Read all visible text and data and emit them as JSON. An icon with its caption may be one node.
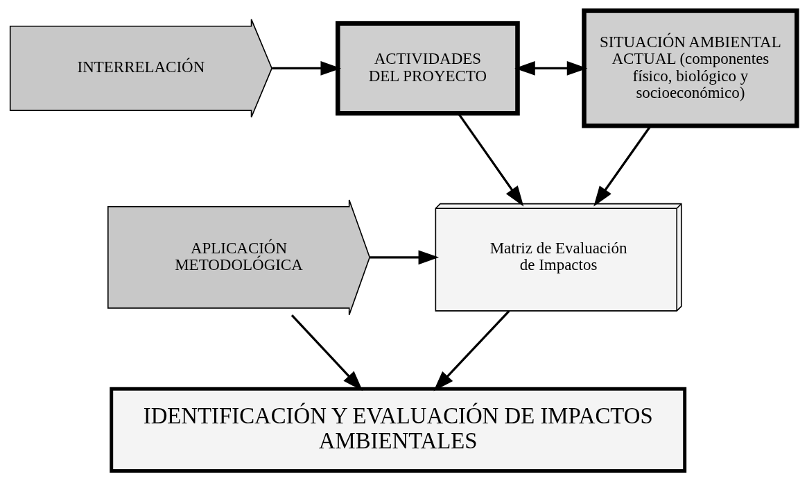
{
  "diagram": {
    "nodes": [
      {
        "text": [
          "INTERRELACIÓN"
        ]
      },
      {
        "text": [
          "ACTIVIDADES DEL PROYECTO"
        ]
      },
      {
        "text": [
          "SITUACIÓN AMBIENTAL ACTUAL (componentes físico, biológico y socioeconómico)"
        ]
      },
      {
        "text": [
          "Matriz de Evaluación de Impactos"
        ]
      },
      {
        "text": [
          "APLICACIÓN METODOLÓGICA"
        ]
      },
      {
        "text": [
          "IDENTIFICACIÓN Y EVALUACIÓN DE IMPACTOS AMBIENTALES"
        ]
      }
    ],
    "edges": [
      {
        "from": 0,
        "to": 1,
        "arrow": "to"
      },
      {
        "from": 1,
        "to": 2,
        "arrow": "both"
      },
      {
        "from": 1,
        "to": 3,
        "arrow": "to"
      },
      {
        "from": 2,
        "to": 3,
        "arrow": "to"
      },
      {
        "from": 4,
        "to": 3,
        "arrow": "to"
      },
      {
        "from": 3,
        "to": 5,
        "arrow": "to"
      },
      {
        "from": 4,
        "to": 5,
        "arrow": "to"
      }
    ]
  }
}
